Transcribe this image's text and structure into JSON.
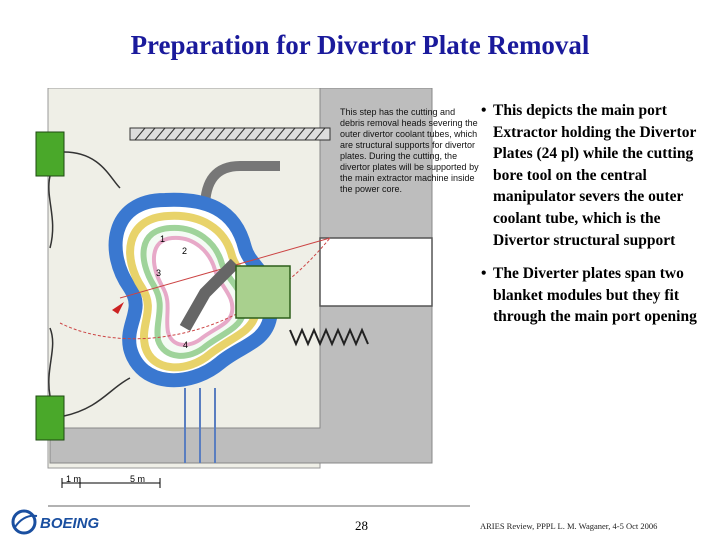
{
  "title": "Preparation for Divertor Plate Removal",
  "bullets": [
    "This depicts the main port Extractor holding the Divertor Plates (24 pl) while the cutting bore tool on the central manipulator severs the outer coolant tube, which is the Divertor structural support",
    "The Diverter plates span two blanket modules but they fit through the main port opening"
  ],
  "diagram": {
    "callout": "This step has the cutting and debris removal heads severing the outer divertor coolant tubes, which are structural supports for divertor plates. During the cutting, the divertor plates will be supported by the main extractor machine inside the power core.",
    "scale": {
      "label_1": "1 m",
      "label_5": "5 m"
    },
    "module_numbers": [
      "1",
      "2",
      "3",
      "4"
    ]
  },
  "page_number": "28",
  "footer": "ARIES Review, PPPL   L. M. Waganer, 4-5 Oct 2006",
  "logo": {
    "text": "BOEING",
    "icon": "boeing-logo-icon"
  },
  "colors": {
    "title": "#1a1a9c",
    "blue_module": "#3a78d0",
    "yellow_module": "#e8d36a",
    "green_box": "#4aa82a",
    "gray_wall": "#b9b9b9"
  }
}
